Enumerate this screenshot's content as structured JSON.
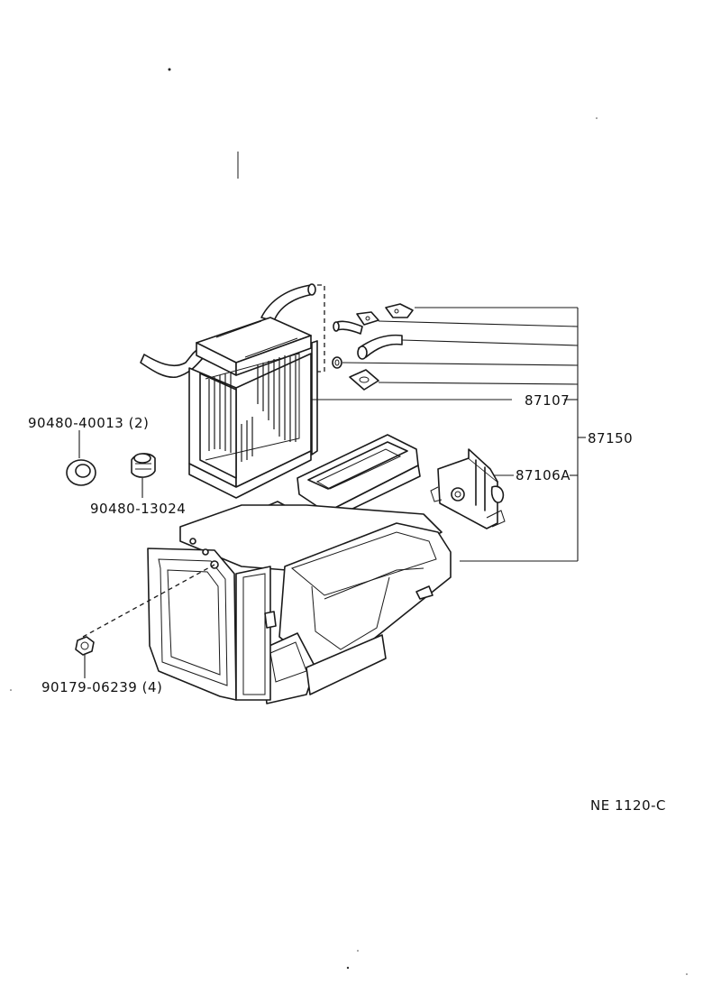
{
  "diagram": {
    "parts": [
      {
        "id": "p1",
        "label": "87107"
      },
      {
        "id": "p2",
        "label": "87150"
      },
      {
        "id": "p3",
        "label": "87106A"
      },
      {
        "id": "p4",
        "label": "90480-40013 (2)"
      },
      {
        "id": "p5",
        "label": "90480-13024"
      },
      {
        "id": "p6",
        "label": "90179-06239 (4)"
      }
    ],
    "code": "NE 1120-C"
  }
}
